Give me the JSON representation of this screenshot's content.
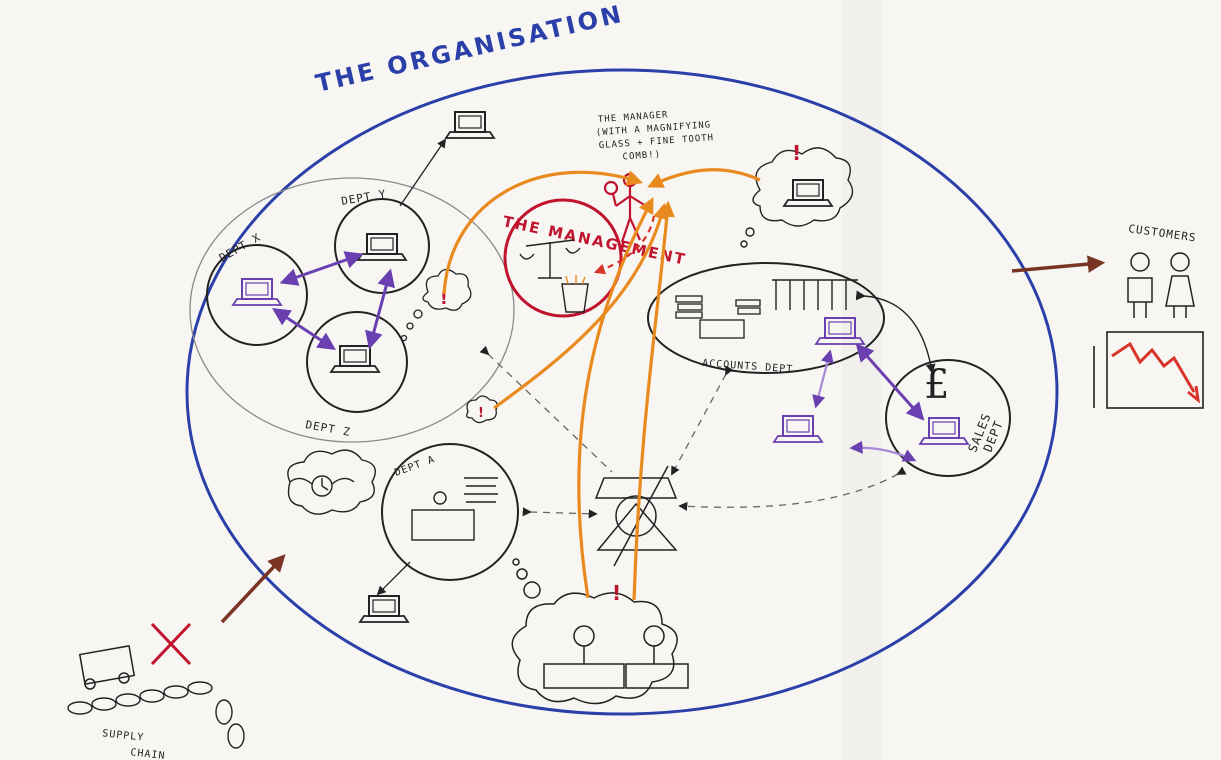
{
  "diagram": {
    "title": "THE ORGANISATION",
    "manager_note": [
      "THE MANAGER",
      "(WITH A MAGNIFYING",
      "GLASS + FINE TOOTH",
      "COMB!)"
    ],
    "management_label": "THE MANAGEMENT",
    "dept_labels": {
      "dept_x": "DEPT X",
      "dept_y": "DEPT Y",
      "dept_z": "DEPT Z",
      "dept_a": "DEPT A"
    },
    "accounts_label": "ACCOUNTS DEPT",
    "sales_label": [
      "SALES",
      "DEPT"
    ],
    "customers_label": "CUSTOMERS",
    "supply_chain_label": [
      "SUPPLY",
      "CHAIN"
    ],
    "currency_symbol": "£",
    "alert_symbol": "!",
    "colors": {
      "organisation_outline": "#2b3fa8",
      "management": "#c0142e",
      "workflow_arrows": "#e98a1f",
      "dept_links": "#6a3fb0",
      "external_arrows": "#7a3424",
      "sketch": "#222222"
    }
  }
}
